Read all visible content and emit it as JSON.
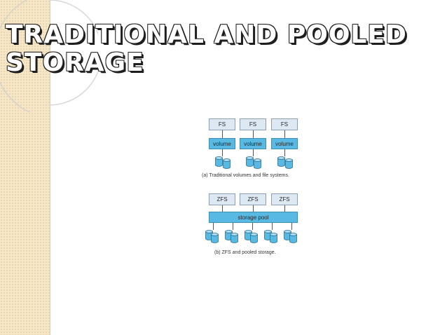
{
  "slide": {
    "title_line1": "TRADITIONAL AND POOLED",
    "title_line2": "STORAGE"
  },
  "figure_a": {
    "fs_labels": [
      "FS",
      "FS",
      "FS"
    ],
    "volume_labels": [
      "volume",
      "volume",
      "volume"
    ],
    "caption": "(a) Traditional volumes and file systems."
  },
  "figure_b": {
    "zfs_labels": [
      "ZFS",
      "ZFS",
      "ZFS"
    ],
    "pool_label": "storage pool",
    "caption": "(b) ZFS and pooled storage."
  },
  "colors": {
    "sidebar": "#f4e6c6",
    "fs_box": "#dde8f2",
    "volume_box": "#58b9e3",
    "disk": "#58b9e3"
  }
}
